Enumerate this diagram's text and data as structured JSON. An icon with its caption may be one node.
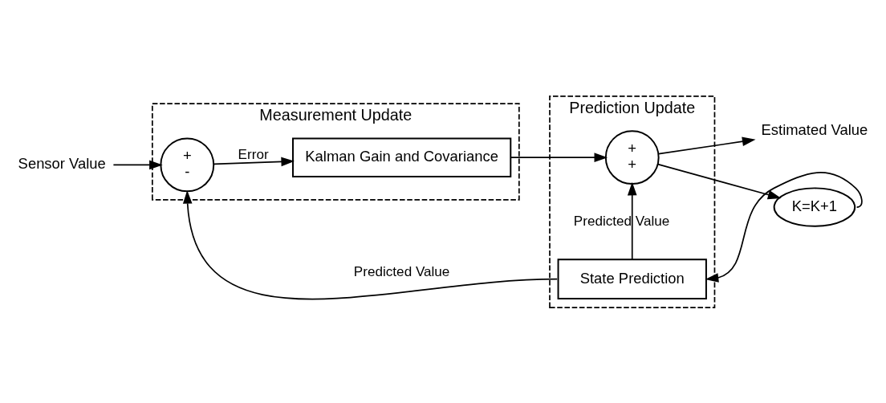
{
  "diagram": {
    "nodes": [
      {
        "text": [
          "Measurement Update"
        ]
      },
      {
        "text": [
          "Sensor Value"
        ]
      },
      {
        "text": [
          "+",
          "-"
        ],
        "in": 0
      },
      {
        "text": [
          "Kalman Gain and Covariance"
        ],
        "in": 0
      },
      {
        "text": [
          "Prediction Update"
        ]
      },
      {
        "text": [
          "+",
          "+"
        ],
        "in": 4
      },
      {
        "text": [
          "State Prediction"
        ],
        "in": 4
      },
      {
        "text": [
          "Estimated Value"
        ]
      },
      {
        "text": [
          "K=K+1"
        ]
      }
    ],
    "edges": [
      {
        "from": 1,
        "to": 2,
        "arrow": "to"
      },
      {
        "from": 2,
        "to": 3,
        "arrow": "to",
        "label": "Error"
      },
      {
        "from": 3,
        "to": 5,
        "arrow": "to"
      },
      {
        "from": 5,
        "to": 7,
        "arrow": "to"
      },
      {
        "from": 5,
        "to": 8,
        "arrow": "to"
      },
      {
        "from": 8,
        "to": 6,
        "arrow": "to"
      },
      {
        "from": 6,
        "to": 5,
        "arrow": "to",
        "label": "Predicted Value"
      },
      {
        "from": 6,
        "to": 2,
        "arrow": "to",
        "label": "Predicted Value"
      }
    ]
  }
}
